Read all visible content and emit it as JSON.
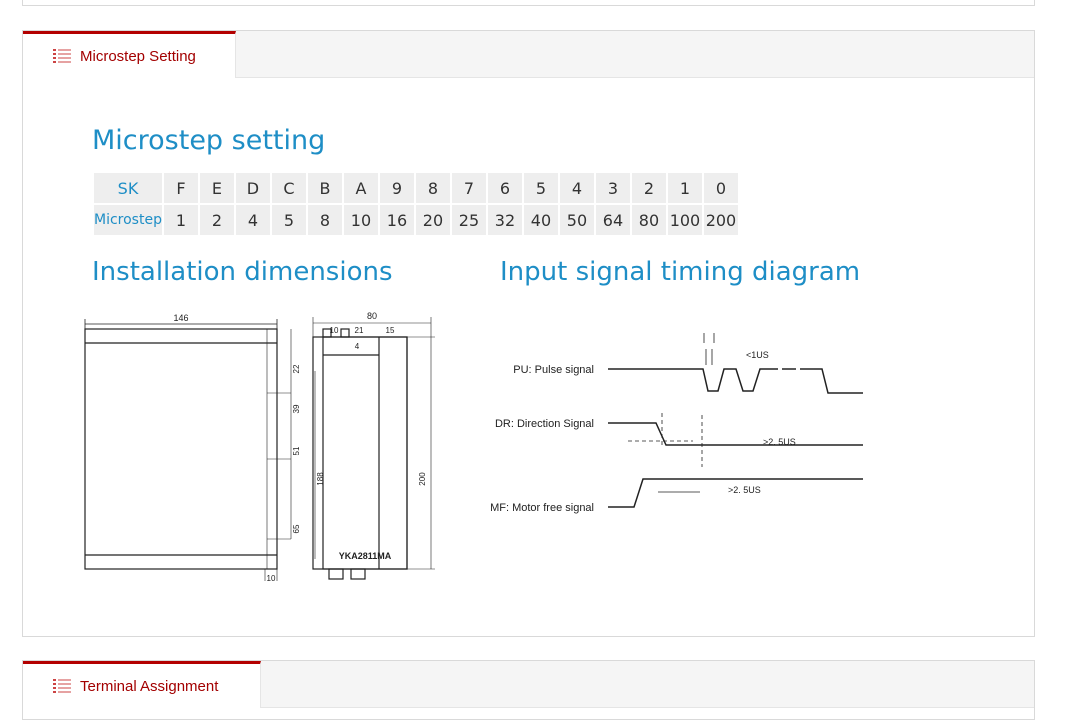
{
  "tabs": {
    "microstep": "Microstep Setting",
    "terminal": "Terminal Assignment"
  },
  "content": {
    "title_microstep": "Microstep setting",
    "title_installation": "Installation dimensions",
    "title_signal": "Input signal timing diagram"
  },
  "microstep_table": {
    "row1_header": "SK",
    "row1": [
      "F",
      "E",
      "D",
      "C",
      "B",
      "A",
      "9",
      "8",
      "7",
      "6",
      "5",
      "4",
      "3",
      "2",
      "1",
      "0"
    ],
    "row2_header": "Microstep",
    "row2": [
      "1",
      "2",
      "4",
      "5",
      "8",
      "10",
      "16",
      "20",
      "25",
      "32",
      "40",
      "50",
      "64",
      "80",
      "100",
      "200"
    ]
  },
  "dimensions": {
    "width_label": "146",
    "top_label": "80",
    "sub_a": "10",
    "sub_b": "21",
    "sub_c": "15",
    "sub_d": "4",
    "side_22": "22",
    "side_39": "39",
    "side_51": "51",
    "side_65": "65",
    "side_188": "188",
    "side_200": "200",
    "bottom_10": "10",
    "model": "YKA2811MA"
  },
  "signal": {
    "pu_label": "PU: Pulse signal",
    "dr_label": "DR: Direction Signal",
    "mf_label": "MF: Motor free signal",
    "lt1us": "<1US",
    "gt25us": ">2. 5US",
    "gt5us": ">2. 5US"
  }
}
